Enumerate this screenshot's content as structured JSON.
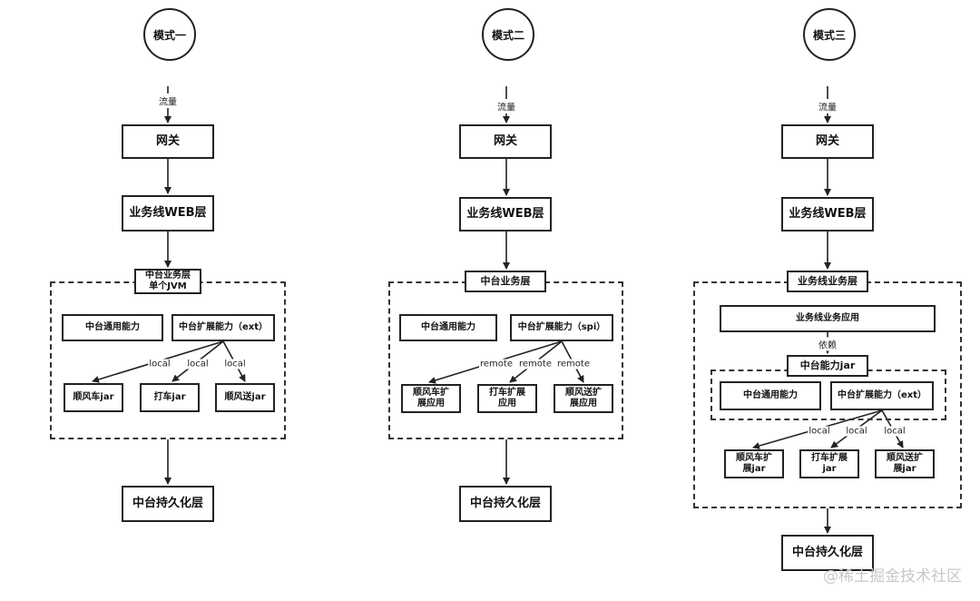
{
  "columns": [
    {
      "mode": "模式一",
      "traffic": "流量",
      "gateway": "网关",
      "web_layer": "业务线WEB层",
      "container_title": "中台业务层\n单个JVM",
      "common_ability": "中台通用能力",
      "ext_ability": "中台扩展能力（ext）",
      "call_labels": [
        "local",
        "local",
        "local"
      ],
      "impls": [
        "顺风车jar",
        "打车jar",
        "顺风送jar"
      ],
      "persistence": "中台持久化层"
    },
    {
      "mode": "模式二",
      "traffic": "流量",
      "gateway": "网关",
      "web_layer": "业务线WEB层",
      "container_title": "中台业务层",
      "common_ability": "中台通用能力",
      "ext_ability": "中台扩展能力（spi）",
      "call_labels": [
        "remote",
        "remote",
        "remote"
      ],
      "impls": [
        "顺风车扩\n展应用",
        "打车扩展\n应用",
        "顺风送扩\n展应用"
      ],
      "persistence": "中台持久化层"
    },
    {
      "mode": "模式三",
      "traffic": "流量",
      "gateway": "网关",
      "web_layer": "业务线WEB层",
      "container_title": "业务线业务层",
      "biz_app": "业务线业务应用",
      "depends": "依赖",
      "jar_title": "中台能力jar",
      "common_ability": "中台通用能力",
      "ext_ability": "中台扩展能力（ext）",
      "call_labels": [
        "local",
        "local",
        "local"
      ],
      "impls": [
        "顺风车扩\n展jar",
        "打车扩展\njar",
        "顺风送扩\n展jar"
      ],
      "persistence": "中台持久化层"
    }
  ],
  "watermark": "@稀土掘金技术社区"
}
